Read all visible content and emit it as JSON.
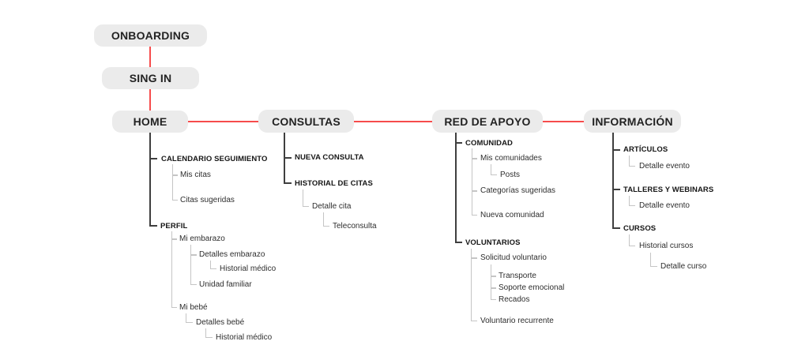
{
  "colors": {
    "red_connector": "#f64c4c",
    "dark_connector": "#3f3f3f",
    "light_connector": "#c5c5c5",
    "node_background": "#ebebeb",
    "text_primary": "#232323",
    "text_secondary": "#2e2e2e"
  },
  "nodes": {
    "onboarding": "ONBOARDING",
    "sing_in": "SING IN",
    "home": "HOME",
    "consultas": "CONSULTAS",
    "red_de_apoyo": "RED DE APOYO",
    "informacion": "INFORMACIÓN"
  },
  "home_tree": {
    "calendario_seguimiento": "CALENDARIO SEGUIMIENTO",
    "mis_citas": "Mis citas",
    "citas_sugeridas": "Citas sugeridas",
    "perfil": "PERFIL",
    "mi_embarazo": "Mi embarazo",
    "detalles_embarazo": "Detalles embarazo",
    "historial_medico_embarazo": "Historial médico",
    "unidad_familiar": "Unidad familiar",
    "mi_bebe": "Mi bebé",
    "detalles_bebe": "Detalles bebé",
    "historial_medico_bebe": "Historial médico"
  },
  "consultas_tree": {
    "nueva_consulta": "NUEVA CONSULTA",
    "historial_de_citas": "HISTORIAL DE CITAS",
    "detalle_cita": "Detalle cita",
    "teleconsulta": "Teleconsulta"
  },
  "red_de_apoyo_tree": {
    "comunidad": "COMUNIDAD",
    "mis_comunidades": "Mis comunidades",
    "posts": "Posts",
    "categorias_sugeridas": "Categorías sugeridas",
    "nueva_comunidad": "Nueva comunidad",
    "voluntarios": "VOLUNTARIOS",
    "solicitud_voluntario": "Solicitud voluntario",
    "transporte": "Transporte",
    "soporte_emocional": "Soporte emocional",
    "recados": "Recados",
    "voluntario_recurrente": "Voluntario recurrente"
  },
  "informacion_tree": {
    "articulos": "ARTÍCULOS",
    "detalle_evento_articulos": "Detalle evento",
    "talleres_y_webinars": "TALLERES Y WEBINARS",
    "detalle_evento_talleres": "Detalle evento",
    "cursos": "CURSOS",
    "historial_cursos": "Historial cursos",
    "detalle_curso": "Detalle curso"
  }
}
